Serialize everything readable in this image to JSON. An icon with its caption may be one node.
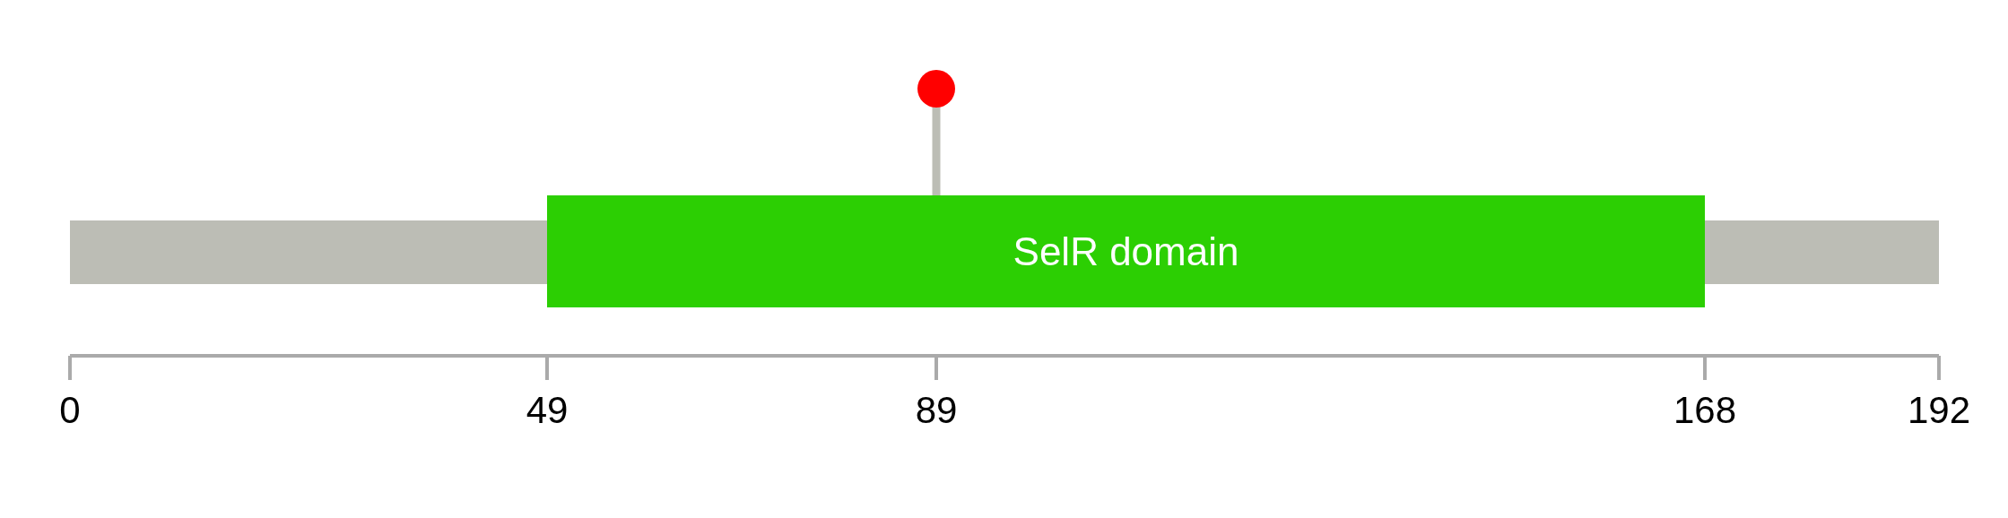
{
  "diagram": {
    "nodes": [
      {
        "text": [],
        "shape": "bar"
      },
      {
        "text": [
          "SelR domain"
        ]
      },
      {
        "text": [],
        "shape": "bar"
      },
      {
        "text": [],
        "shape": "circle"
      }
    ],
    "edges": [
      {
        "from": 3,
        "to": 1,
        "arrow": "none"
      }
    ],
    "labels": [
      "0",
      "49",
      "89",
      "168",
      "192"
    ]
  }
}
